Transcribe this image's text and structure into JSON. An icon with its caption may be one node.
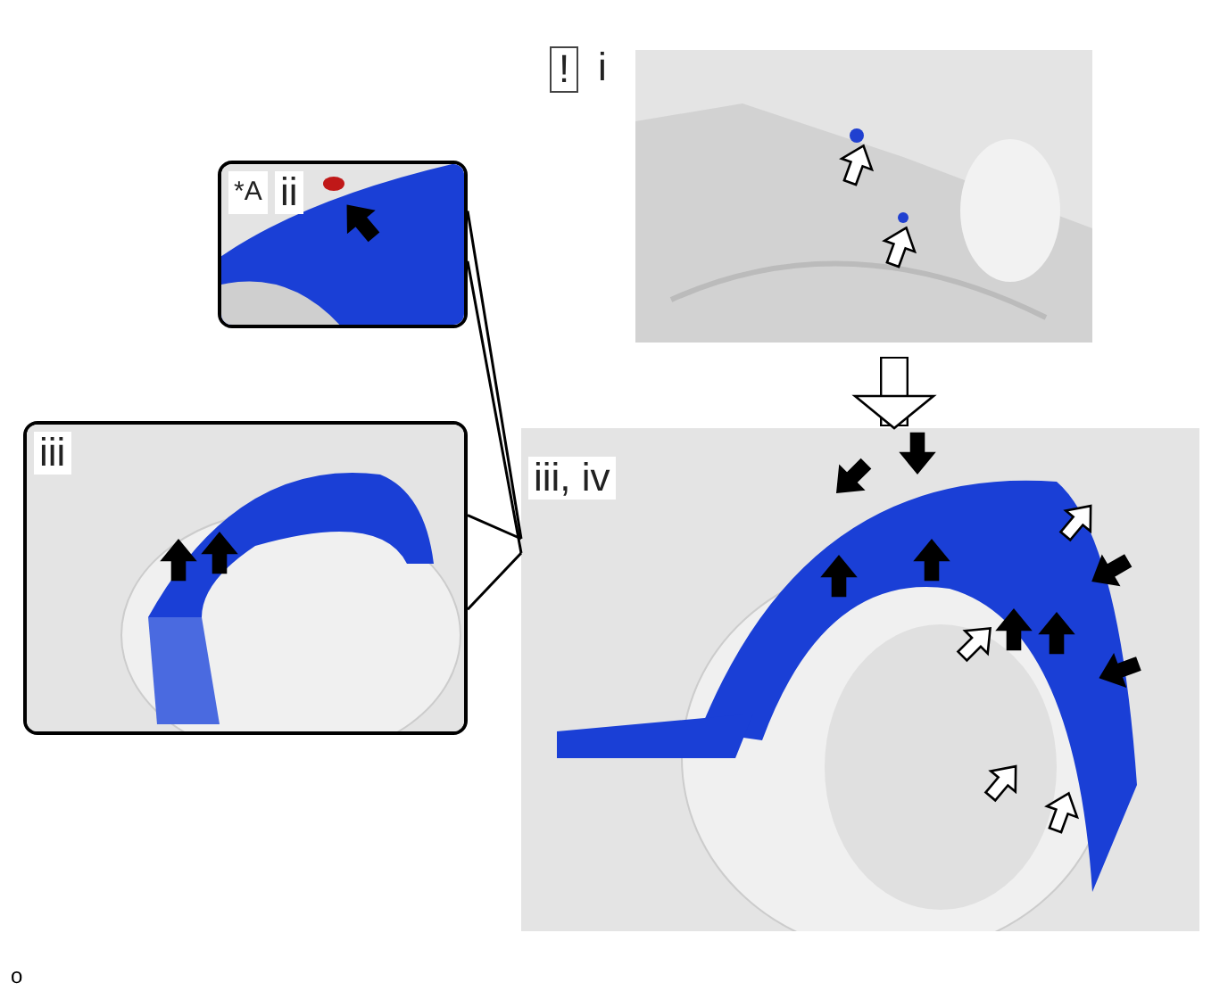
{
  "diagram": {
    "nodes": [
      {
        "text": [
          "!",
          "i"
        ]
      },
      {
        "text": [
          "*A",
          "ii"
        ]
      },
      {
        "text": [
          "iii"
        ]
      },
      {
        "text": [
          "iii, iv"
        ]
      }
    ],
    "edges": [
      {
        "from": 1,
        "to": 3,
        "arrow": "none"
      },
      {
        "from": 2,
        "to": 3,
        "arrow": "none"
      },
      {
        "from": 0,
        "to": 3,
        "arrow": "to",
        "style": "thick"
      }
    ],
    "labels": [
      "o"
    ]
  }
}
